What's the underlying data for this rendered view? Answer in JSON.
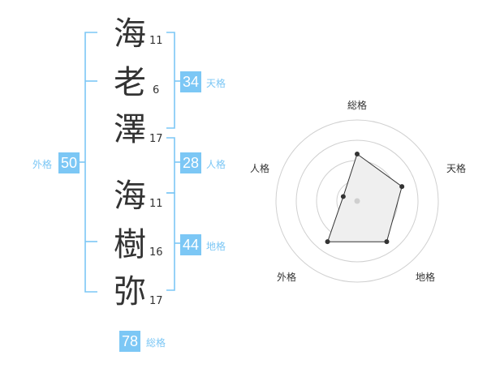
{
  "name": {
    "chars": [
      {
        "char": "海",
        "strokes": "11"
      },
      {
        "char": "老",
        "strokes": "6"
      },
      {
        "char": "澤",
        "strokes": "17"
      },
      {
        "char": "海",
        "strokes": "11"
      },
      {
        "char": "樹",
        "strokes": "16"
      },
      {
        "char": "弥",
        "strokes": "17"
      }
    ]
  },
  "kaku": {
    "tenkaku": {
      "label": "天格",
      "value": "34"
    },
    "jinkaku": {
      "label": "人格",
      "value": "28"
    },
    "chikaku": {
      "label": "地格",
      "value": "44"
    },
    "gaikaku": {
      "label": "外格",
      "value": "50"
    },
    "soukaku": {
      "label": "総格",
      "value": "78"
    }
  },
  "accent_color": "#7cc7f5",
  "chart_data": {
    "type": "radar",
    "axes": [
      "総格",
      "天格",
      "地格",
      "外格",
      "人格"
    ],
    "values": [
      0.58,
      0.58,
      0.62,
      0.62,
      0.18
    ],
    "rings": 4
  }
}
